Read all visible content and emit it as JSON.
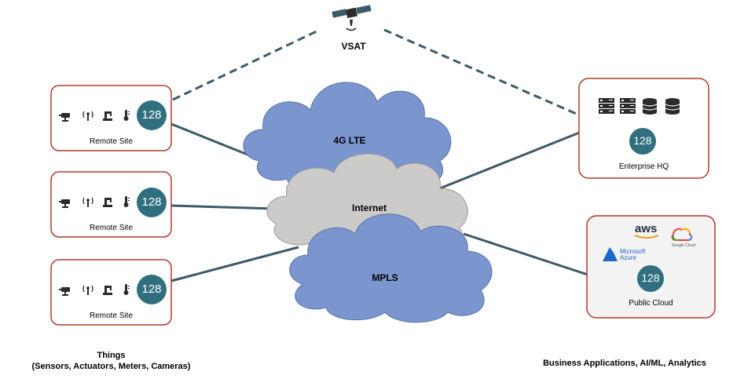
{
  "satellite": {
    "label": "VSAT",
    "icon": "satellite-icon"
  },
  "clouds": [
    {
      "id": "lte",
      "label": "4G LTE"
    },
    {
      "id": "internet",
      "label": "Internet"
    },
    {
      "id": "mpls",
      "label": "MPLS"
    }
  ],
  "remote_sites": [
    {
      "label": "Remote Site",
      "badge": "128",
      "icons": [
        "camera-icon",
        "antenna-icon",
        "robot-arm-icon",
        "thermometer-icon"
      ]
    },
    {
      "label": "Remote Site",
      "badge": "128",
      "icons": [
        "camera-icon",
        "antenna-icon",
        "robot-arm-icon",
        "thermometer-icon"
      ]
    },
    {
      "label": "Remote Site",
      "badge": "128",
      "icons": [
        "camera-icon",
        "antenna-icon",
        "robot-arm-icon",
        "thermometer-icon"
      ]
    }
  ],
  "enterprise": {
    "label": "Enterprise HQ",
    "badge": "128",
    "icons": [
      "server-rack-icon",
      "server-rack-icon",
      "database-icon",
      "database-icon"
    ]
  },
  "public_cloud": {
    "label": "Public Cloud",
    "badge": "128",
    "logos": {
      "aws": "aws",
      "azure_line1": "Microsoft",
      "azure_line2": "Azure",
      "google": "Google Cloud"
    }
  },
  "captions": {
    "things_line1": "Things",
    "things_line2": "(Sensors, Actuators, Meters, Cameras)",
    "business": "Business Applications, AI/ML, Analytics"
  },
  "colors": {
    "box_border": "#b03a2e",
    "link_line": "#3d5a66",
    "cloud_blue": "#7b96cf",
    "cloud_grey": "#cdcaca",
    "badge": "#2f6f7e"
  }
}
